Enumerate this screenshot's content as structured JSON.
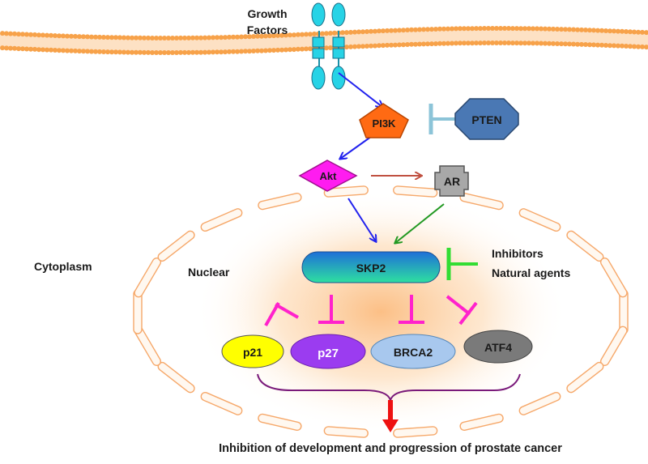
{
  "labels": {
    "growth_factors_1": "Growth",
    "growth_factors_2": "Factors",
    "pi3k": "PI3K",
    "pten": "PTEN",
    "akt": "Akt",
    "ar": "AR",
    "skp2": "SKP2",
    "inhibitors": "Inhibitors",
    "natural_agents": "Natural agents",
    "cytoplasm": "Cytoplasm",
    "nuclear": "Nuclear",
    "p21": "p21",
    "p27": "p27",
    "brca2": "BRCA2",
    "atf4": "ATF4",
    "outcome": "Inhibition of development and progression of prostate cancer"
  },
  "colors": {
    "membrane": "#f7a24a",
    "receptor": "#27d3e6",
    "pi3k": "#ff6a13",
    "pten": "#4a78b4",
    "akt": "#ff1cf0",
    "ar": "#a8a8a8",
    "skp2_top": "#1e73d8",
    "skp2_bottom": "#2ad3a6",
    "p21": "#ffff00",
    "p27": "#9b3cf0",
    "brca2": "#a8c8ee",
    "atf4": "#7a7a7a",
    "inhibit_magenta": "#ff22cc",
    "inhibit_green": "#33dd33",
    "arrow_blue": "#2222ee",
    "arrow_red_brown": "#c05040",
    "arrow_green": "#229922",
    "outcome_arrow": "#ee1111",
    "brace": "#7a1a7a",
    "nucleus_outline": "#f6a86a"
  }
}
